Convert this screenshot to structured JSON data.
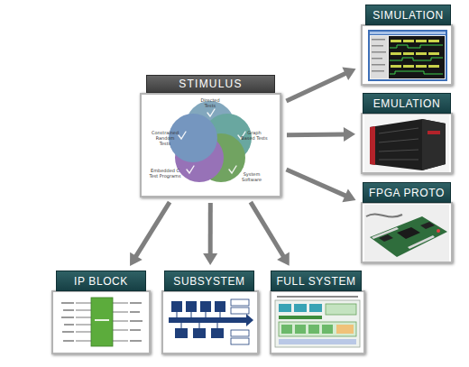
{
  "diagram": {
    "nodes": [
      {
        "text": [
          "STIMULUS"
        ]
      },
      {
        "text": [
          "SIMULATION"
        ]
      },
      {
        "text": [
          "EMULATION"
        ]
      },
      {
        "text": [
          "FPGA PROTO"
        ]
      },
      {
        "text": [
          "IP BLOCK"
        ]
      },
      {
        "text": [
          "SUBSYSTEM"
        ]
      },
      {
        "text": [
          "FULL SYSTEM"
        ]
      }
    ],
    "edges": [
      {
        "from": 0,
        "to": 1,
        "arrow": "to"
      },
      {
        "from": 0,
        "to": 2,
        "arrow": "to"
      },
      {
        "from": 0,
        "to": 3,
        "arrow": "to"
      },
      {
        "from": 0,
        "to": 4,
        "arrow": "to"
      },
      {
        "from": 0,
        "to": 5,
        "arrow": "to"
      },
      {
        "from": 0,
        "to": 6,
        "arrow": "to"
      }
    ],
    "labels": [
      "Directed Tests",
      "Constrained Random Tests",
      "Graph Based Tests",
      "Embedded C Test Programs",
      "System Software"
    ]
  }
}
